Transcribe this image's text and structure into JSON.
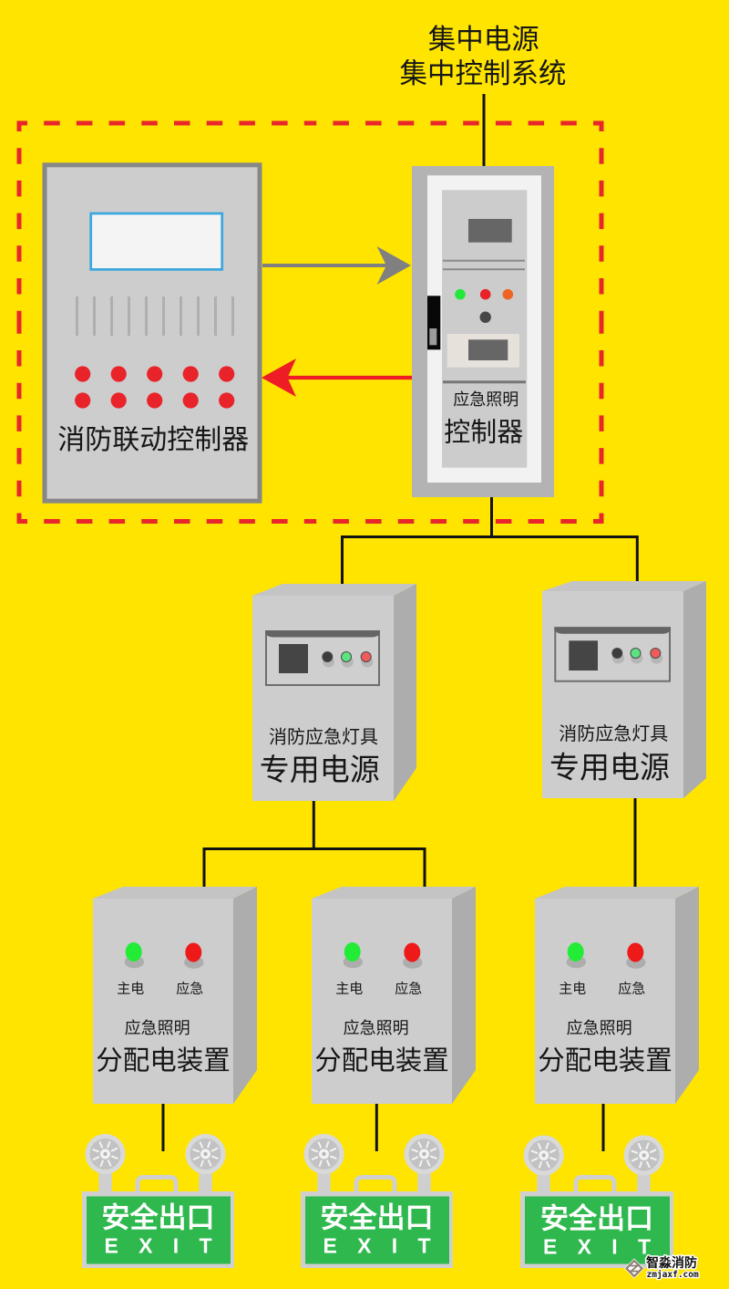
{
  "diagram": {
    "central_system": {
      "line1": "集中电源",
      "line2": "集中控制系统"
    },
    "linkage_group": {
      "border_color": "#E8262B"
    },
    "fire_linkage_controller": {
      "label": "消防联动控制器",
      "indicator_color": "#E8232A"
    },
    "emergency_lighting_controller": {
      "label_small": "应急照明",
      "label_large": "控制器",
      "indicator_colors": [
        "#22E83A",
        "#E8232A",
        "#EE6424"
      ]
    },
    "arrows": [
      {
        "from": "fire_linkage_controller",
        "to": "emergency_lighting_controller",
        "color": "#808080"
      },
      {
        "from": "emergency_lighting_controller",
        "to": "fire_linkage_controller",
        "color": "#EE1C24"
      }
    ],
    "power_supplies": [
      {
        "label_small": "消防应急灯具",
        "label_large": "专用电源",
        "knob_colors": [
          "#3C3C3C",
          "#5CE27E",
          "#F05B5B"
        ]
      },
      {
        "label_small": "消防应急灯具",
        "label_large": "专用电源",
        "knob_colors": [
          "#3C3C3C",
          "#5CE27E",
          "#F05B5B"
        ]
      }
    ],
    "distribution_devices": [
      {
        "indicators": [
          {
            "label": "主电",
            "color": "#22EC36"
          },
          {
            "label": "应急",
            "color": "#EE1A1A"
          }
        ],
        "label_small": "应急照明",
        "label_large": "分配电装置"
      },
      {
        "indicators": [
          {
            "label": "主电",
            "color": "#22EC36"
          },
          {
            "label": "应急",
            "color": "#EE1A1A"
          }
        ],
        "label_small": "应急照明",
        "label_large": "分配电装置"
      },
      {
        "indicators": [
          {
            "label": "主电",
            "color": "#22EC36"
          },
          {
            "label": "应急",
            "color": "#EE1A1A"
          }
        ],
        "label_small": "应急照明",
        "label_large": "分配电装置"
      }
    ],
    "exit_signs": [
      {
        "text_cn": "安全出口",
        "text_en": "EXIT",
        "color": "#2FB84E"
      },
      {
        "text_cn": "安全出口",
        "text_en": "EXIT",
        "color": "#2FB84E"
      },
      {
        "text_cn": "安全出口",
        "text_en": "EXIT",
        "color": "#2FB84E"
      }
    ],
    "connections": [
      [
        "central_system",
        "emergency_lighting_controller"
      ],
      [
        "emergency_lighting_controller",
        "power_supplies.0"
      ],
      [
        "emergency_lighting_controller",
        "power_supplies.1"
      ],
      [
        "power_supplies.0",
        "distribution_devices.0"
      ],
      [
        "power_supplies.0",
        "distribution_devices.1"
      ],
      [
        "power_supplies.1",
        "distribution_devices.2"
      ],
      [
        "distribution_devices.0",
        "exit_signs.0"
      ],
      [
        "distribution_devices.1",
        "exit_signs.1"
      ],
      [
        "distribution_devices.2",
        "exit_signs.2"
      ]
    ]
  },
  "colors": {
    "background": "#FFE400"
  },
  "watermark": {
    "brand": "智淼消防",
    "url": "zmjaxf.com"
  }
}
